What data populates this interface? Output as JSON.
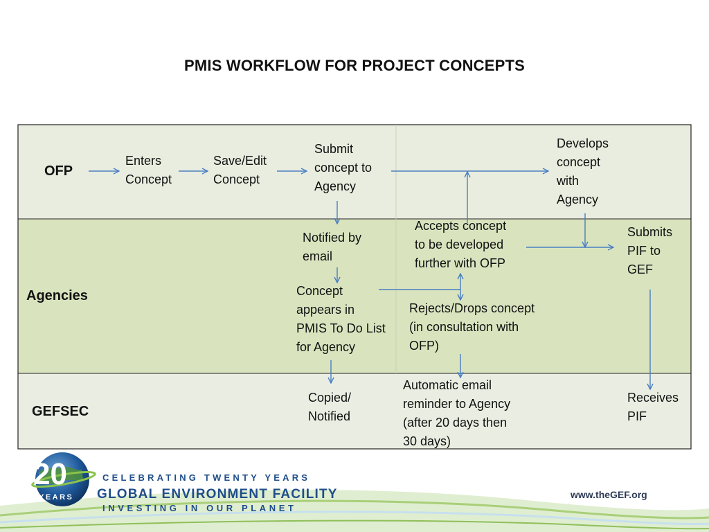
{
  "title": "PMIS WORKFLOW FOR PROJECT CONCEPTS",
  "lanes": {
    "ofp": "OFP",
    "agencies": "Agencies",
    "gefsec": "GEFSEC"
  },
  "nodes": {
    "enters_concept": "Enters\nConcept",
    "save_edit_concept": "Save/Edit\nConcept",
    "submit_concept": "Submit\nconcept to\nAgency",
    "develops_concept": "Develops\nconcept\nwith\nAgency",
    "notified_by_email": "Notified by\nemail",
    "accepts_concept": "Accepts concept\nto be developed\nfurther with OFP",
    "submits_pif": "Submits\nPIF to\nGEF",
    "concept_appears": "Concept\nappears in\nPMIS To Do List\nfor Agency",
    "rejects_concept": "Rejects/Drops concept\n(in consultation with\nOFP)",
    "copied_notified": "Copied/\nNotified",
    "automatic_email": "Automatic email\nreminder to Agency\n(after 20 days  then\n30 days)",
    "receives_pif": "Receives\nPIF"
  },
  "footer": {
    "logo_number": "20",
    "logo_years": "YEARS",
    "celebrating": "CELEBRATING TWENTY YEARS",
    "organization": "GLOBAL ENVIRONMENT FACILITY",
    "investing": "INVESTING IN OUR PLANET",
    "url": "www.theGEF.org"
  },
  "colors": {
    "arrow": "#4a7ec2",
    "ofp_lane": "#e9eddf",
    "agencies_lane": "#d9e4bf",
    "gefsec_lane": "#eaeee2",
    "brand_blue": "#1f4e8a"
  }
}
